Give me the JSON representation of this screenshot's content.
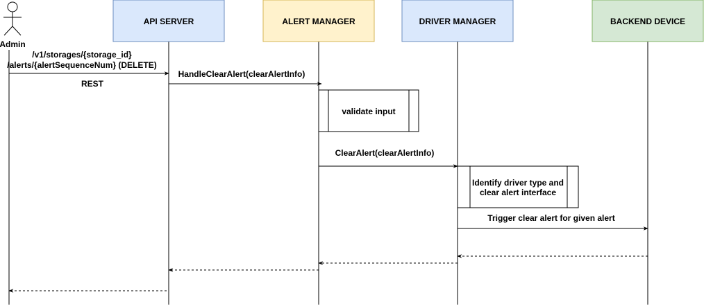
{
  "actor": {
    "label": "Admin"
  },
  "participants": [
    {
      "label": "API SERVER",
      "fill": "#dae8fc",
      "stroke": "#6c8ebf"
    },
    {
      "label": "ALERT MANAGER",
      "fill": "#fff2cc",
      "stroke": "#d6b656"
    },
    {
      "label": "DRIVER MANAGER",
      "fill": "#dae8fc",
      "stroke": "#6c8ebf"
    },
    {
      "label": "BACKEND DEVICE",
      "fill": "#d5e8d4",
      "stroke": "#82b366"
    }
  ],
  "messages": {
    "rest_path_line1": "/v1/storages/{storage_id}",
    "rest_path_line2": "/alerts/{alertSequenceNum} (DELETE)",
    "rest_label": "REST",
    "handle_clear_alert": "HandleClearAlert(clearAlertInfo)",
    "clear_alert": "ClearAlert(clearAlertInfo)",
    "trigger_clear_alert": "Trigger clear alert for given alert"
  },
  "processes": {
    "validate_input": "validate input",
    "identify_driver_line1": "Identify driver type and",
    "identify_driver_line2": "clear alert interface"
  }
}
